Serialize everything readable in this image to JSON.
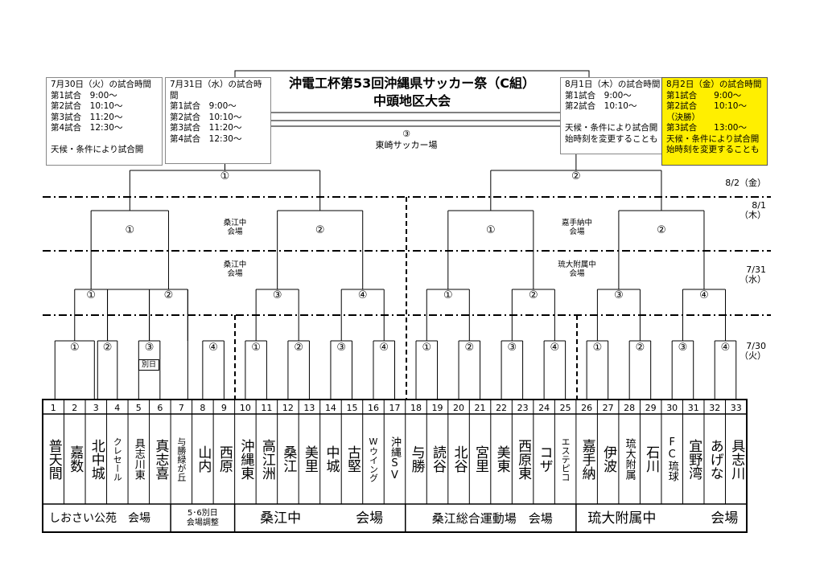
{
  "title": {
    "line1": "沖電工杯第53回沖縄県サッカー祭（C組）",
    "line2": "中頭地区大会"
  },
  "main_venue": {
    "number": "③",
    "name": "東崎サッカー場"
  },
  "schedules": [
    {
      "text": "7月30日（火）の試合時間\n第1試合　9:00～\n第2試合　10:10～\n第3試合　11:20～\n第4試合　12:30～\n\n天候・条件により試合開"
    },
    {
      "text": "7月31日（水）の試合時\n間\n第1試合　9:00～\n第2試合　10:10～\n第3試合　11:20～\n第4試合　12:30～"
    },
    {
      "text": "8月1日（木）の試合時間\n第1試合　9:00～\n第2試合　10:10～\n\n天候・条件により試合開\n始時刻を変更することも"
    },
    {
      "text": "8月2日（金）の試合時間\n第1試合　　9:00～\n第2試合　　10:10～\n（決勝）\n第3試合　　13:00～\n天候・条件により試合開\n始時刻を変更することも"
    }
  ],
  "dates": {
    "d0802": "8/2（金）",
    "d0801": "8/1\n（木）",
    "d0731": "7/31\n（水）",
    "d0730": "7/30\n（火）"
  },
  "venue_labels": {
    "left_0801": "桑江中\n会場",
    "right_0801": "嘉手納中\n会場",
    "left_0731": "桑江中\n会場",
    "right_0731": "琉大附属中\n会場"
  },
  "round_labels": {
    "final": [
      "①",
      "②"
    ],
    "r3": [
      "①",
      "②",
      "①",
      "②"
    ],
    "r2": [
      "①",
      "②",
      "③",
      "④",
      "①",
      "②",
      "③",
      "④"
    ],
    "r1": [
      "①",
      "②",
      "③",
      "④",
      "①",
      "②",
      "③",
      "④",
      "①",
      "②",
      "③",
      "④",
      "①",
      "②",
      "③",
      "④"
    ]
  },
  "betsu_label": "別日",
  "teams": [
    {
      "num": "1",
      "name": "普天間"
    },
    {
      "num": "2",
      "name": "嘉数"
    },
    {
      "num": "3",
      "name": "北中城"
    },
    {
      "num": "4",
      "name": "クレセール"
    },
    {
      "num": "5",
      "name": "具志川東"
    },
    {
      "num": "6",
      "name": "真志喜"
    },
    {
      "num": "7",
      "name": "与勝緑が丘"
    },
    {
      "num": "8",
      "name": "山内"
    },
    {
      "num": "9",
      "name": "西原"
    },
    {
      "num": "10",
      "name": "沖縄東"
    },
    {
      "num": "11",
      "name": "高江洲"
    },
    {
      "num": "12",
      "name": "桑江"
    },
    {
      "num": "13",
      "name": "美里"
    },
    {
      "num": "14",
      "name": "中城"
    },
    {
      "num": "15",
      "name": "古堅"
    },
    {
      "num": "16",
      "name": "Wウイング"
    },
    {
      "num": "17",
      "name": "沖縄SV"
    },
    {
      "num": "18",
      "name": "与勝"
    },
    {
      "num": "19",
      "name": "読谷"
    },
    {
      "num": "20",
      "name": "北谷"
    },
    {
      "num": "21",
      "name": "宮里"
    },
    {
      "num": "22",
      "name": "美東"
    },
    {
      "num": "23",
      "name": "西原東"
    },
    {
      "num": "24",
      "name": "コザ"
    },
    {
      "num": "25",
      "name": "エステピコ"
    },
    {
      "num": "26",
      "name": "嘉手納"
    },
    {
      "num": "27",
      "name": "伊波"
    },
    {
      "num": "28",
      "name": "琉大附属"
    },
    {
      "num": "29",
      "name": "石川"
    },
    {
      "num": "30",
      "name": "FC琉球"
    },
    {
      "num": "31",
      "name": "宜野湾"
    },
    {
      "num": "32",
      "name": "あげな"
    },
    {
      "num": "33",
      "name": "具志川"
    }
  ],
  "venues_row": [
    {
      "label": "しおさい公苑　会場"
    },
    {
      "label": "5･6別日\n会場調整"
    },
    {
      "label": "桑江中　　　　会場"
    },
    {
      "label": "桑江総合運動場　会場"
    },
    {
      "label": "琉大附属中　　　　会場"
    }
  ]
}
